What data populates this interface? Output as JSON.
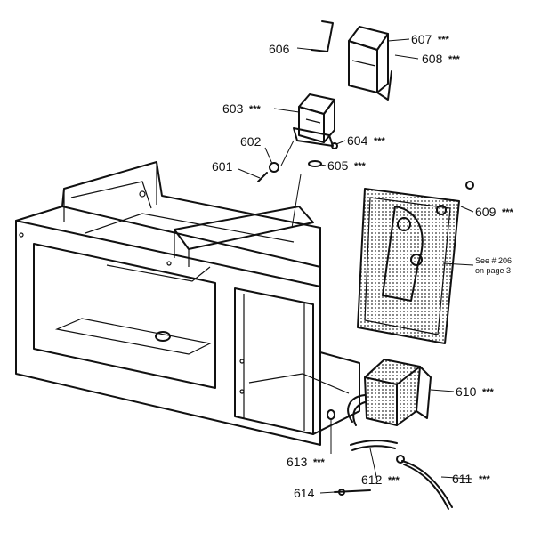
{
  "callouts": [
    {
      "id": "606",
      "num": "606",
      "stars": ""
    },
    {
      "id": "607",
      "num": "607",
      "stars": "***"
    },
    {
      "id": "608",
      "num": "608",
      "stars": "***"
    },
    {
      "id": "603",
      "num": "603",
      "stars": "***"
    },
    {
      "id": "602",
      "num": "602",
      "stars": ""
    },
    {
      "id": "604",
      "num": "604",
      "stars": "***"
    },
    {
      "id": "601",
      "num": "601",
      "stars": ""
    },
    {
      "id": "605",
      "num": "605",
      "stars": "***"
    },
    {
      "id": "609",
      "num": "609",
      "stars": "***"
    },
    {
      "id": "610",
      "num": "610",
      "stars": "***"
    },
    {
      "id": "613",
      "num": "613",
      "stars": "***"
    },
    {
      "id": "612",
      "num": "612",
      "stars": "***"
    },
    {
      "id": "611",
      "num": "611",
      "stars": "***"
    },
    {
      "id": "614",
      "num": "614",
      "stars": ""
    }
  ],
  "note": {
    "line1": "See # 206",
    "line2": "on page 3"
  }
}
